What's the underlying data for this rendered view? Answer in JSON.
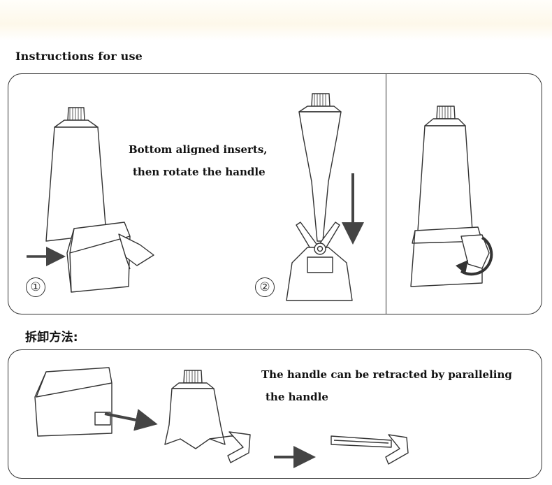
{
  "headings": {
    "instructions": "Instructions for use",
    "removal": "拆卸方法:"
  },
  "steps": {
    "step1": "①",
    "step2": "②"
  },
  "captions": {
    "insert_line1": "Bottom aligned inserts,",
    "insert_line2": "then rotate the handle",
    "retract_line1": "The handle can be retracted by paralleling",
    "retract_line2": "the handle"
  },
  "icons": {
    "arrow_right": "arrow-right-icon",
    "arrow_down": "arrow-down-icon",
    "rotate": "rotate-arrow-icon"
  }
}
